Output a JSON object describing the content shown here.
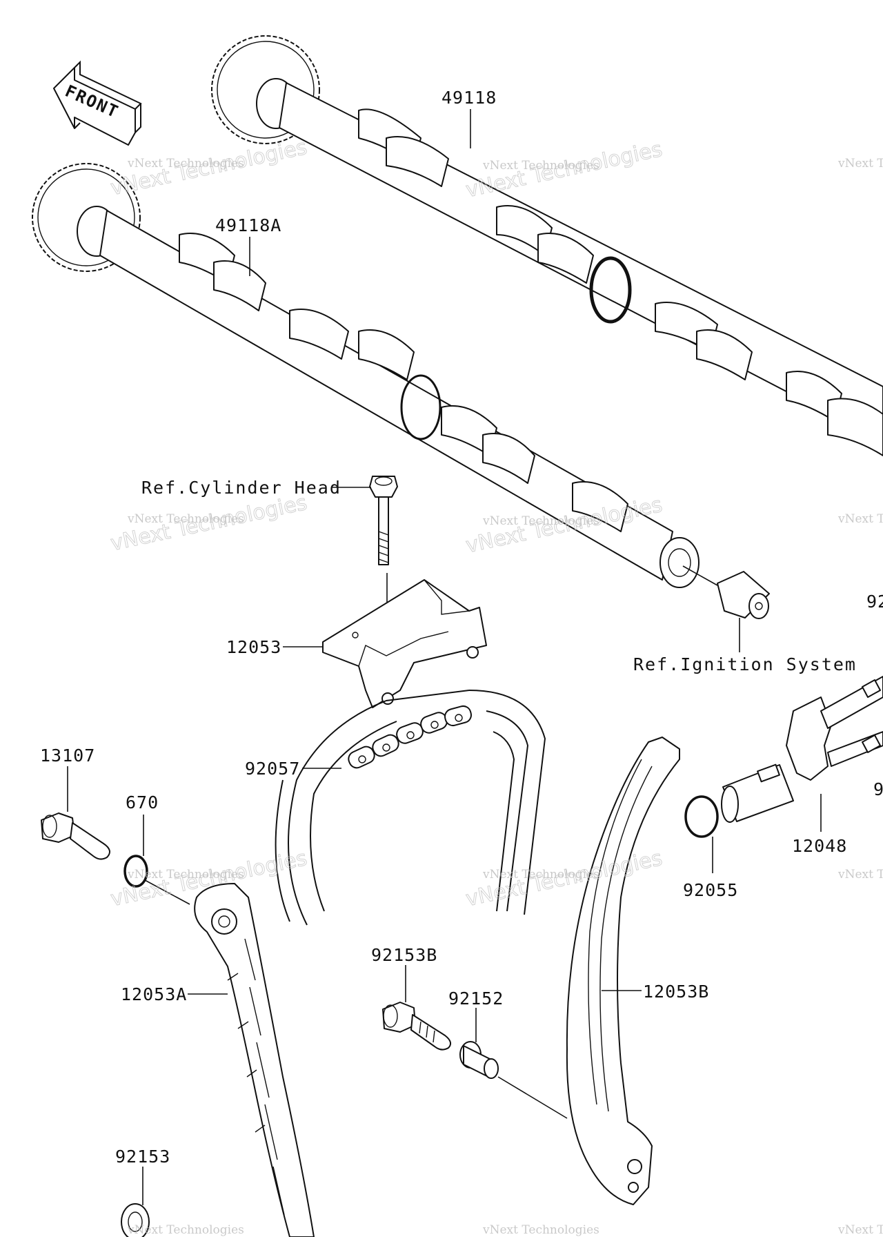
{
  "front_label": "FRONT",
  "parts": {
    "p49118": "49118",
    "p49118A": "49118A",
    "ref_cylinder_head": "Ref.Cylinder Head",
    "p12053": "12053",
    "ref_ignition_system": "Ref.Ignition System",
    "p92_partial": "92",
    "p13107": "13107",
    "p670": "670",
    "p92057": "92057",
    "p12048": "12048",
    "p9_partial": "9",
    "p92055": "92055",
    "p12053A": "12053A",
    "p92153B": "92153B",
    "p92152": "92152",
    "p12053B": "12053B",
    "p92153": "92153"
  },
  "watermark": {
    "line1": "vNext Technologies",
    "line2": "vNext Technologies"
  },
  "colors": {
    "ink": "#111111",
    "background": "#ffffff",
    "watermark": "#b8b8b8"
  }
}
